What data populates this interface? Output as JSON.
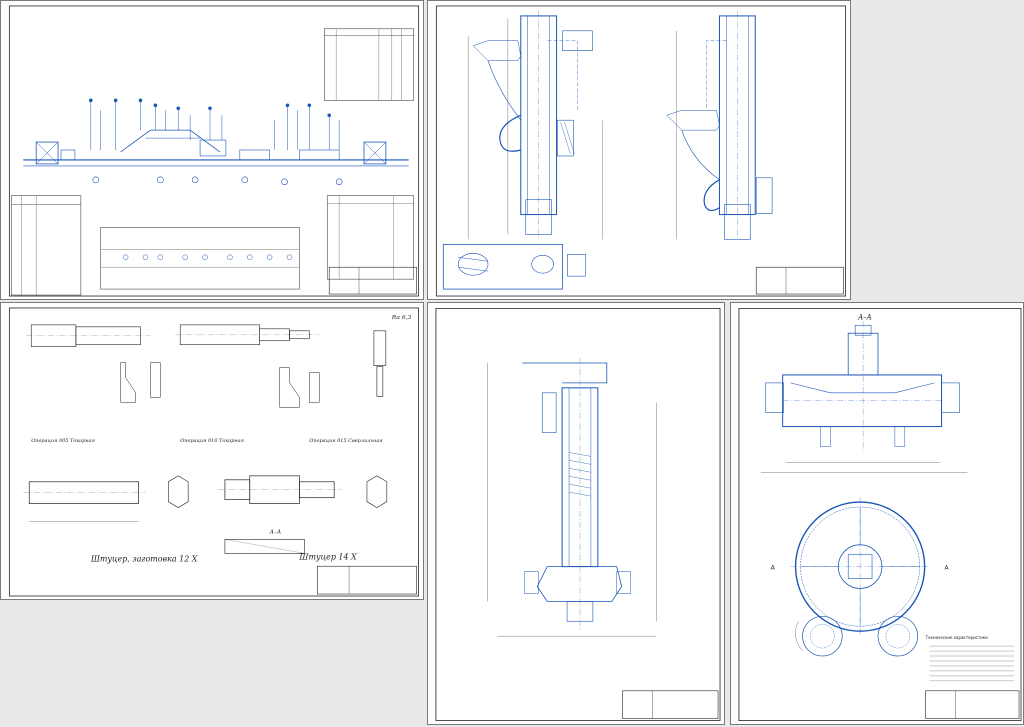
{
  "sheets": [
    {
      "id": "sheet-1",
      "name": "process-flow-diagram"
    },
    {
      "id": "sheet-2",
      "name": "assembly-sectional-views"
    },
    {
      "id": "sheet-3",
      "name": "part-operations-sheet"
    },
    {
      "id": "sheet-4",
      "name": "valve-sectional-view"
    },
    {
      "id": "sheet-5",
      "name": "unit-section-and-plan"
    }
  ],
  "labels": {
    "section_aa_top": "A–A",
    "section_aa_part": "A–A",
    "caption_blank": "Штуцер, заготовка 12 Х",
    "caption_part": "Штуцер 14 Х",
    "roughness": "Ra 6,3",
    "op_005": "Операция 005 Токарная",
    "op_010": "Операция 010 Токарная",
    "op_015": "Операция 015 Сверлильная",
    "tech_req_title": "Технические характеристики",
    "marker_a": "A"
  },
  "colors": {
    "ink": "#1a56b8",
    "frame": "#222222",
    "sheet": "#ffffff",
    "background": "#e9e9e9"
  }
}
